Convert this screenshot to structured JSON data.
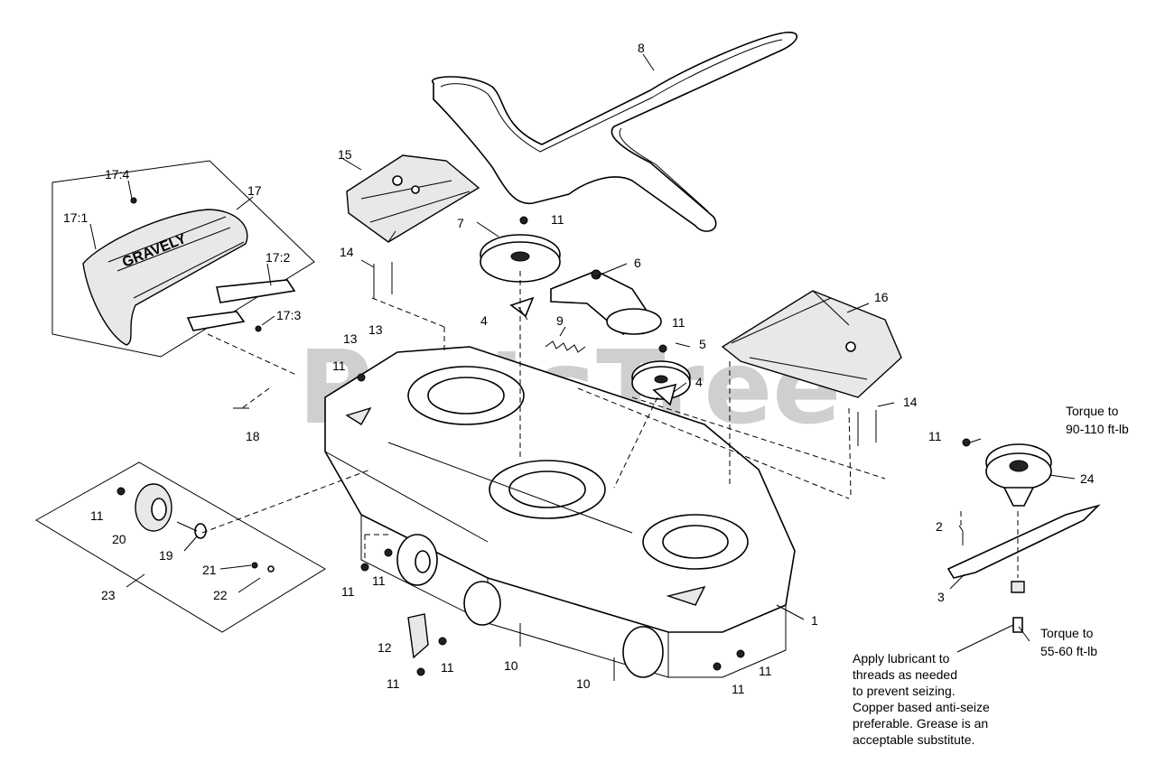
{
  "watermark": "PartsTree",
  "callouts": {
    "c1": "1",
    "c2": "2",
    "c3": "3",
    "c4a": "4",
    "c4b": "4",
    "c5": "5",
    "c6": "6",
    "c7": "7",
    "c8": "8",
    "c9": "9",
    "c10a": "10",
    "c10b": "10",
    "c11a": "11",
    "c11b": "11",
    "c11c": "11",
    "c11d": "11",
    "c11e": "11",
    "c11f": "11",
    "c11g": "11",
    "c11h": "11",
    "c11i": "11",
    "c11j": "11",
    "c11k": "11",
    "c12": "12",
    "c13a": "13",
    "c13b": "13",
    "c14a": "14",
    "c14b": "14",
    "c15": "15",
    "c16": "16",
    "c17": "17",
    "c171": "17:1",
    "c172": "17:2",
    "c173": "17:3",
    "c174": "17:4",
    "c18": "18",
    "c19": "19",
    "c20": "20",
    "c21": "21",
    "c22": "22",
    "c23": "23",
    "c24": "24"
  },
  "torque_upper": [
    "Torque to",
    "90-110 ft-lb"
  ],
  "torque_lower": [
    "Torque to",
    "55-60 ft-lb"
  ],
  "lube_note": [
    "Apply lubricant to",
    "threads as needed",
    "to prevent seizing.",
    "Copper based anti-seize",
    "preferable. Grease is an",
    "acceptable substitute."
  ]
}
